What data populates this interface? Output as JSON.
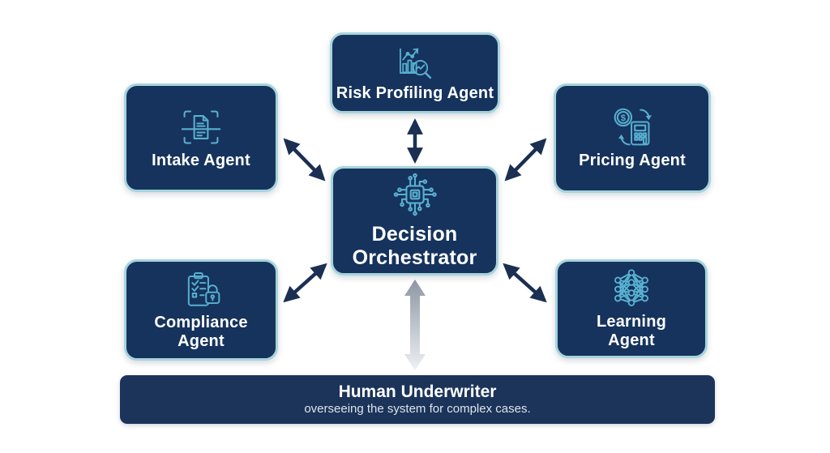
{
  "colors": {
    "background": "#ffffff",
    "box_fill": "#16335d",
    "box_border": "#a6d4dc",
    "icon_stroke": "#58b0d0",
    "label_text": "#ffffff",
    "arrow": "#1a2f52",
    "gray_arrow_start": "#8c96a3",
    "gray_arrow_end": "#eef1f4",
    "bar_fill": "#1c3459",
    "bar_subtitle_text": "#dde4ee"
  },
  "orchestrator": {
    "label": "Decision Orchestrator",
    "icon": "chip-circuit-icon"
  },
  "agents": [
    {
      "id": "risk-profiling",
      "label": "Risk Profiling Agent",
      "icon": "bar-chart-magnifier-icon"
    },
    {
      "id": "intake",
      "label": "Intake Agent",
      "icon": "document-scan-icon"
    },
    {
      "id": "pricing",
      "label": "Pricing Agent",
      "icon": "coin-calculator-exchange-icon"
    },
    {
      "id": "compliance",
      "label": "Compliance Agent",
      "icon": "clipboard-checklist-lock-icon"
    },
    {
      "id": "learning",
      "label": "Learning Agent",
      "icon": "neural-network-icon"
    }
  ],
  "human_underwriter": {
    "title": "Human Underwriter",
    "subtitle": "overseeing the system for complex cases."
  },
  "icon_symbols": {
    "dollar": "$"
  },
  "connections": [
    {
      "from": "risk-profiling-agent",
      "to": "decision-orchestrator",
      "type": "bidirectional"
    },
    {
      "from": "intake-agent",
      "to": "decision-orchestrator",
      "type": "bidirectional"
    },
    {
      "from": "pricing-agent",
      "to": "decision-orchestrator",
      "type": "bidirectional"
    },
    {
      "from": "compliance-agent",
      "to": "decision-orchestrator",
      "type": "bidirectional"
    },
    {
      "from": "learning-agent",
      "to": "decision-orchestrator",
      "type": "bidirectional"
    },
    {
      "from": "decision-orchestrator",
      "to": "human-underwriter",
      "type": "bidirectional-gradient"
    }
  ]
}
